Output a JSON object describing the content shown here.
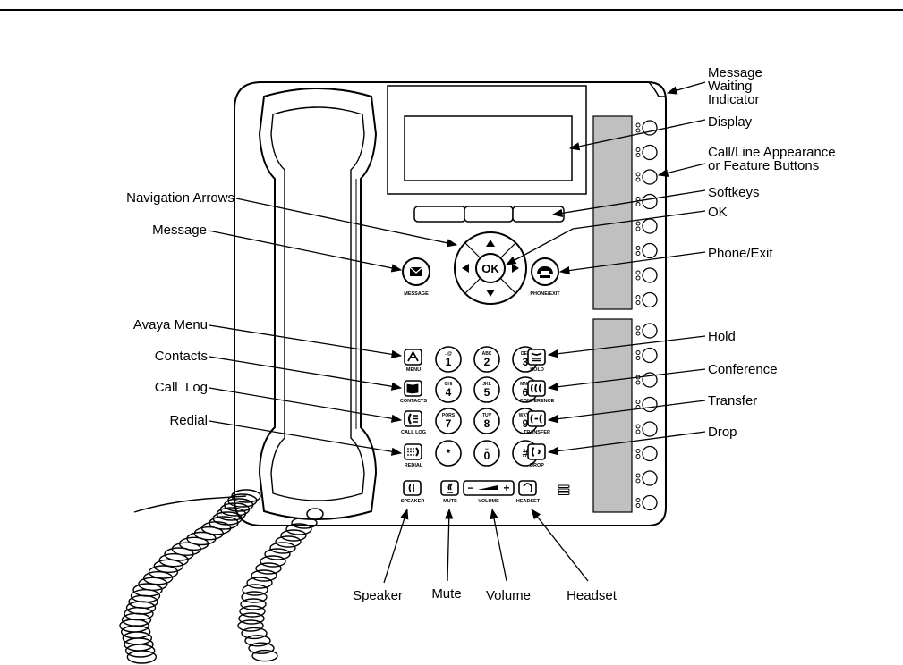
{
  "callouts": {
    "message_waiting_indicator": [
      "Message",
      "Waiting",
      "Indicator"
    ],
    "display": "Display",
    "call_line": [
      "Call/Line Appearance",
      "or Feature Buttons"
    ],
    "softkeys": "Softkeys",
    "ok": "OK",
    "phone_exit": "Phone/Exit",
    "navigation_arrows": "Navigation Arrows",
    "message": "Message",
    "avaya_menu": "Avaya Menu",
    "contacts": "Contacts",
    "call_log": "Call  Log",
    "redial": "Redial",
    "hold": "Hold",
    "conference": "Conference",
    "transfer": "Transfer",
    "drop": "Drop",
    "speaker": "Speaker",
    "mute": "Mute",
    "volume": "Volume",
    "headset": "Headset"
  },
  "key_labels": {
    "message": "MESSAGE",
    "phone_exit": "PHONE/EXIT",
    "ok": "OK",
    "menu": "MENU",
    "contacts": "CONTACTS",
    "call_log": "CALL LOG",
    "redial": "REDIAL",
    "hold": "HOLD",
    "conference": "CONFERENCE",
    "transfer": "TRANSFER",
    "drop": "DROP",
    "speaker": "SPEAKER",
    "mute": "MUTE",
    "volume": "VOLUME",
    "headset": "HEADSET"
  },
  "keypad": [
    {
      "digit": "1",
      "letters": ".,@"
    },
    {
      "digit": "2",
      "letters": "ABC"
    },
    {
      "digit": "3",
      "letters": "DEF"
    },
    {
      "digit": "4",
      "letters": "GHI"
    },
    {
      "digit": "5",
      "letters": "JKL"
    },
    {
      "digit": "6",
      "letters": "MNO"
    },
    {
      "digit": "7",
      "letters": "PQRS"
    },
    {
      "digit": "8",
      "letters": "TUV"
    },
    {
      "digit": "9",
      "letters": "WXYZ"
    },
    {
      "digit": "*",
      "letters": ""
    },
    {
      "digit": "0",
      "letters": "␣"
    },
    {
      "digit": "#",
      "letters": ""
    }
  ],
  "volume_symbols": {
    "minus": "−",
    "plus": "+"
  },
  "colors": {
    "line_panel": "#c0c0c0",
    "outline": "#000000",
    "background": "#ffffff"
  }
}
